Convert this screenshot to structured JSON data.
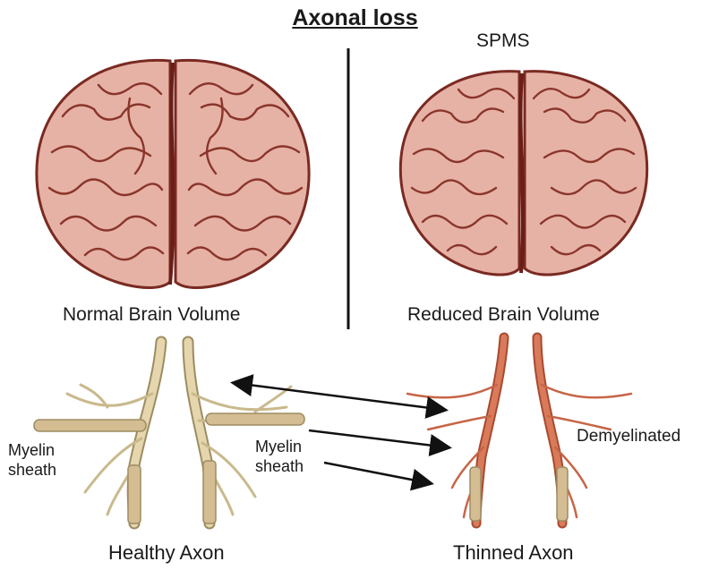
{
  "title": "Axonal loss",
  "right_header": "SPMS",
  "labels": {
    "normal_brain": "Normal Brain Volume",
    "reduced_brain": "Reduced Brain Volume",
    "myelin_left_1": "Myelin",
    "myelin_left_2": "sheath",
    "myelin_mid_1": "Myelin",
    "myelin_mid_2": "sheath",
    "demyelinated": "Demyelinated",
    "healthy_axon": "Healthy Axon",
    "thinned_axon": "Thinned Axon"
  },
  "colors": {
    "brain_fill": "#e6b2a5",
    "brain_outline": "#7a2a22",
    "healthy_axon": "#e6d6ad",
    "thinned_axon": "#d97a5a",
    "myelin": "#d4bd92"
  }
}
